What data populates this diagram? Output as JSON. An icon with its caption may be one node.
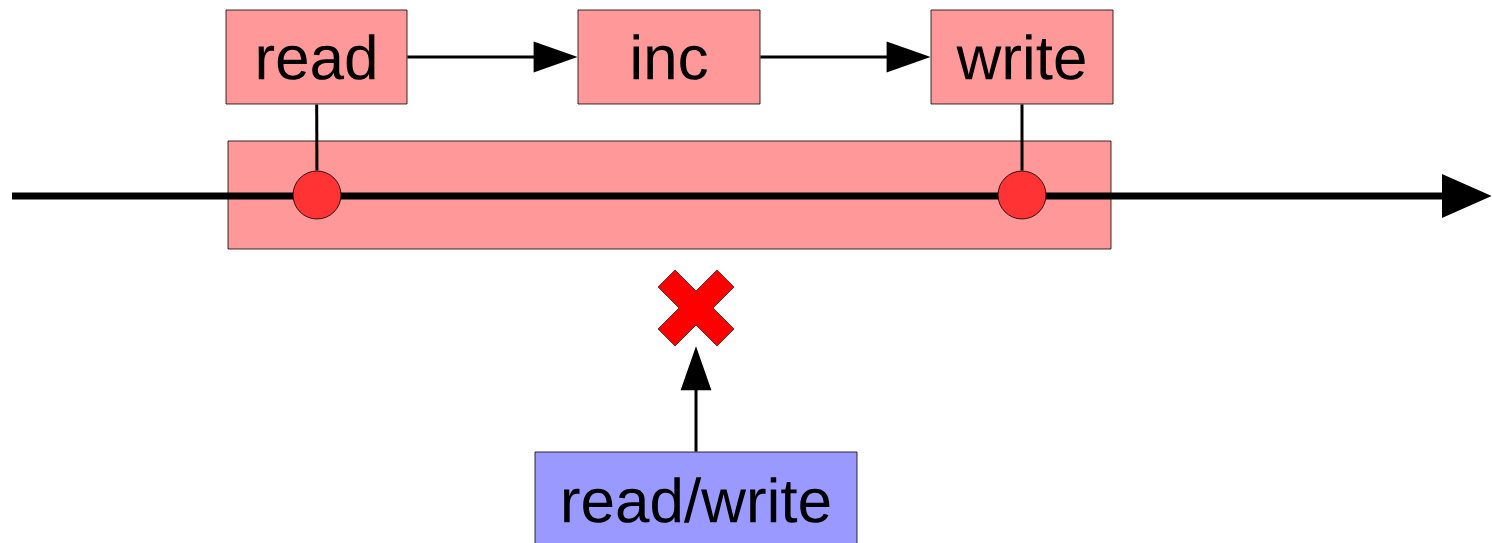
{
  "diagram": {
    "nodes": [
      {
        "text": [
          "read"
        ]
      },
      {
        "text": [
          "inc"
        ]
      },
      {
        "text": [
          "write"
        ]
      },
      {
        "text": [],
        "shape": "box"
      },
      {
        "text": [],
        "shape": "circle",
        "in": 3
      },
      {
        "text": [],
        "shape": "circle",
        "in": 3
      },
      {
        "text": [],
        "shape": "cross"
      },
      {
        "text": [
          "read/write"
        ]
      }
    ],
    "edges": [
      {
        "from": 0,
        "to": 1,
        "arrow": "to"
      },
      {
        "from": 1,
        "to": 2,
        "arrow": "to"
      },
      {
        "from": 0,
        "to": 4,
        "arrow": "none"
      },
      {
        "from": 2,
        "to": 5,
        "arrow": "none"
      },
      {
        "from": 7,
        "to": 6,
        "arrow": "to"
      }
    ]
  }
}
